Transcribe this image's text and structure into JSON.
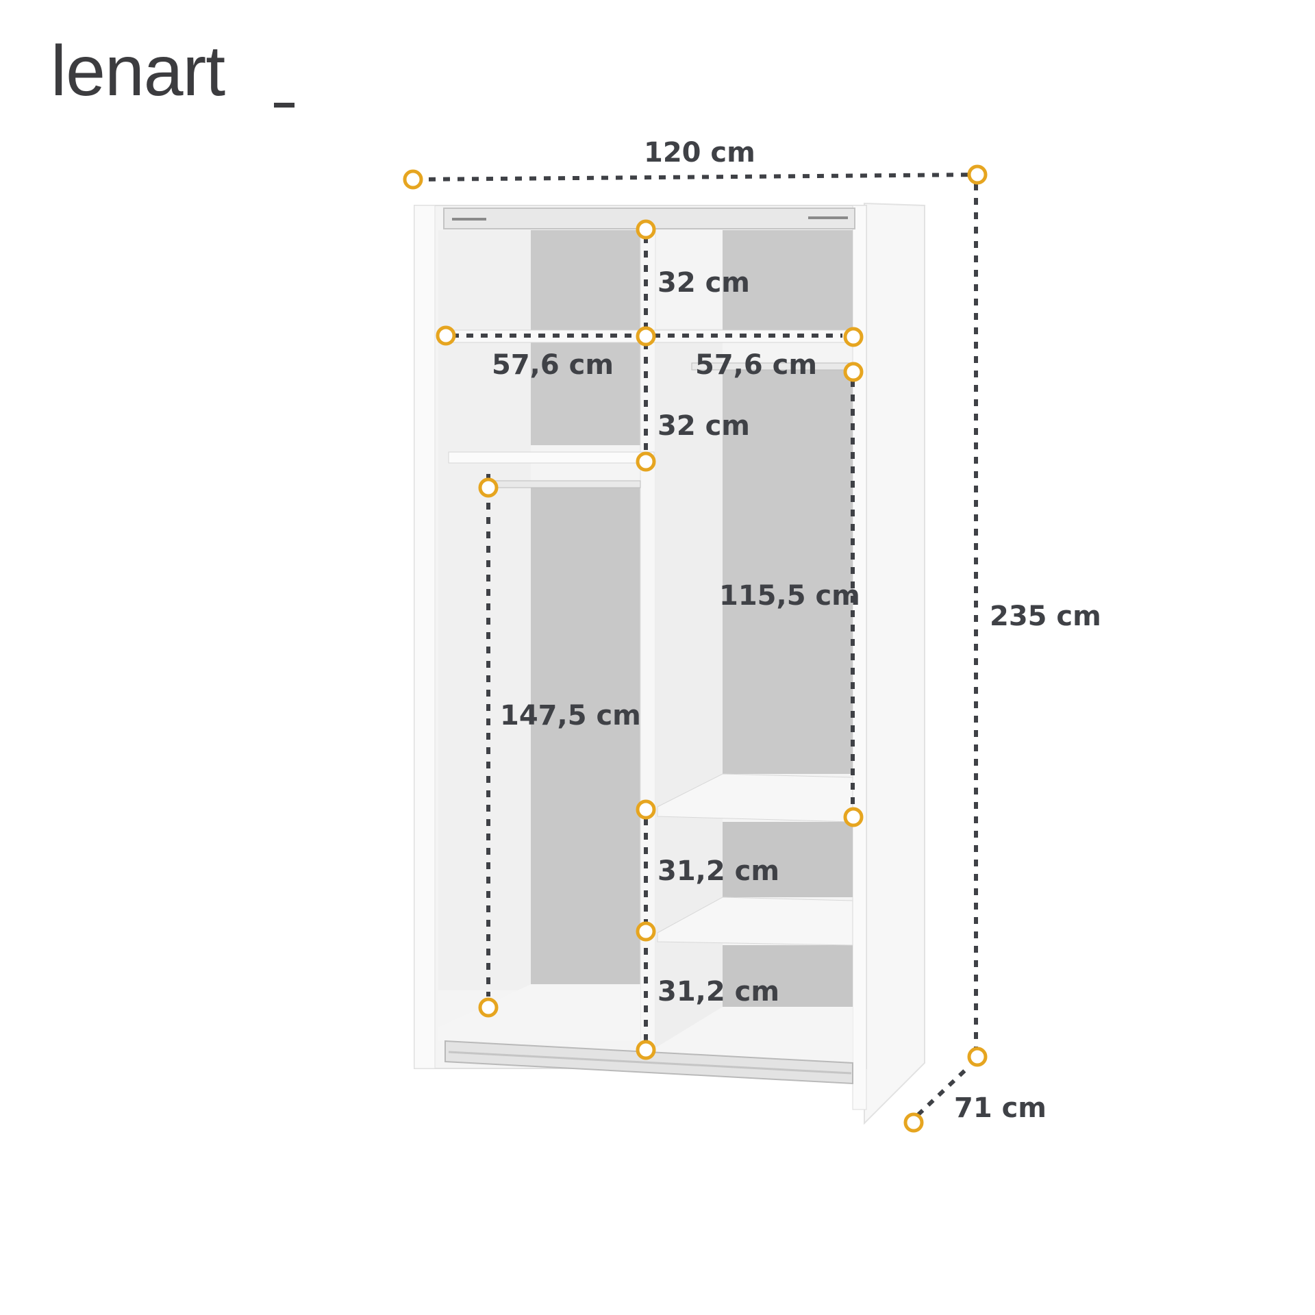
{
  "brand": {
    "name": "lenart"
  },
  "colors": {
    "marker": "#e6a520",
    "dots": "#3f4146",
    "text": "#3f4146",
    "panel": "#f3f3f3",
    "back_panel": "#c9c9c9"
  },
  "dimensions": {
    "width_total": "120 cm",
    "height_total": "235 cm",
    "depth_total": "71 cm",
    "top_compartment": "32 cm",
    "left_width": "57,6 cm",
    "right_width": "57,6 cm",
    "left_upper_compartment": "32 cm",
    "left_hanging": "147,5 cm",
    "right_hanging": "115,5 cm",
    "right_shelf_1": "31,2 cm",
    "right_shelf_2": "31,2 cm"
  }
}
